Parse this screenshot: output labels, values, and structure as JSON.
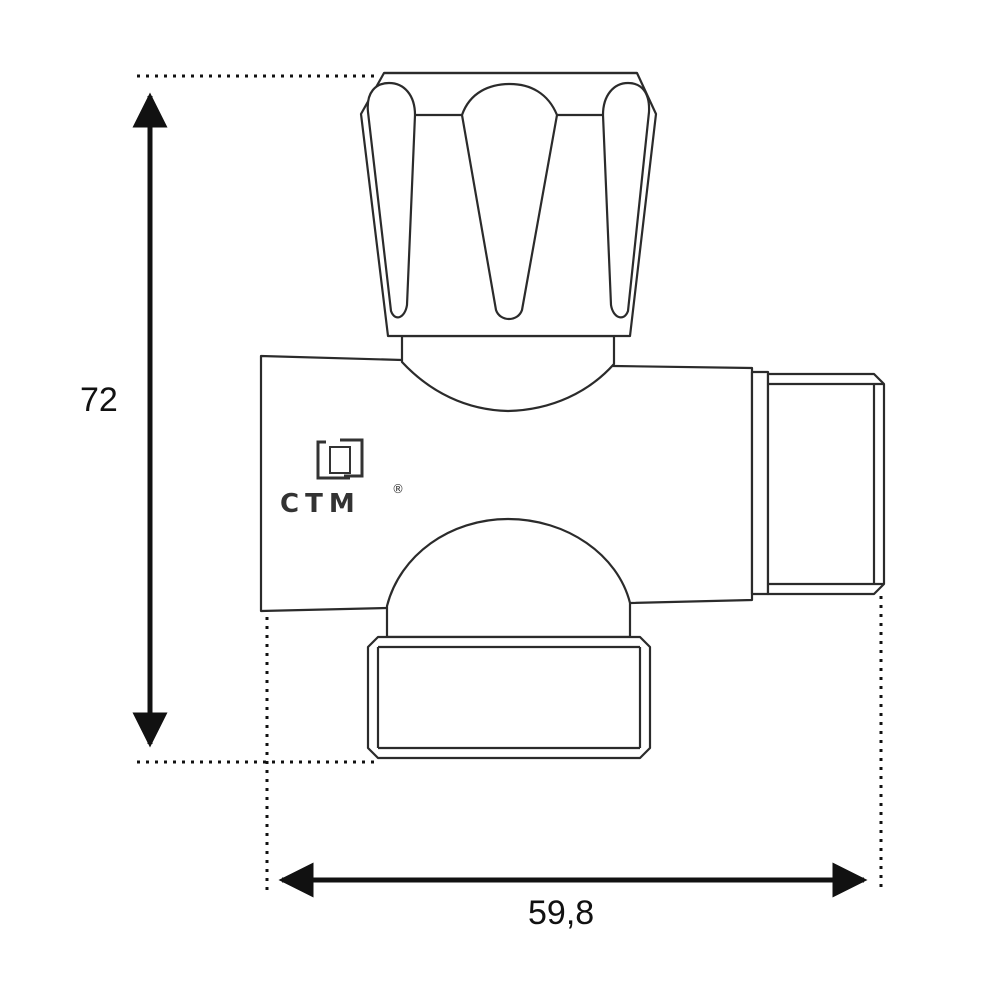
{
  "dimensions": {
    "height_value": "72",
    "width_value": "59,8"
  },
  "brand": {
    "name": "CTM",
    "registered_mark": "®"
  },
  "colors": {
    "line": "#2b2b2b",
    "dim_line": "#111111",
    "background": "#ffffff"
  }
}
